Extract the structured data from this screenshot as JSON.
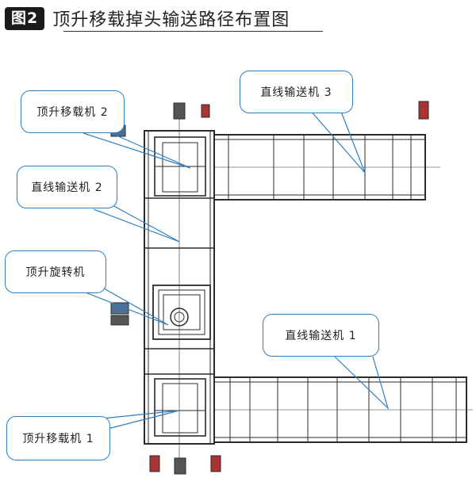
{
  "figure": {
    "badge": "图2",
    "title": "顶升移载掉头输送路径布置图"
  },
  "callouts": {
    "lift_transfer_2": "顶升移载机 2",
    "straight_conveyor_3": "直线输送机 3",
    "straight_conveyor_2": "直线输送机 2",
    "lift_rotator": "顶升旋转机",
    "straight_conveyor_1": "直线输送机 1",
    "lift_transfer_1": "顶升移载机 1"
  },
  "colors": {
    "callout_border": "#2d7fc1",
    "frame": "#2b2b2b",
    "title": "#222222"
  }
}
